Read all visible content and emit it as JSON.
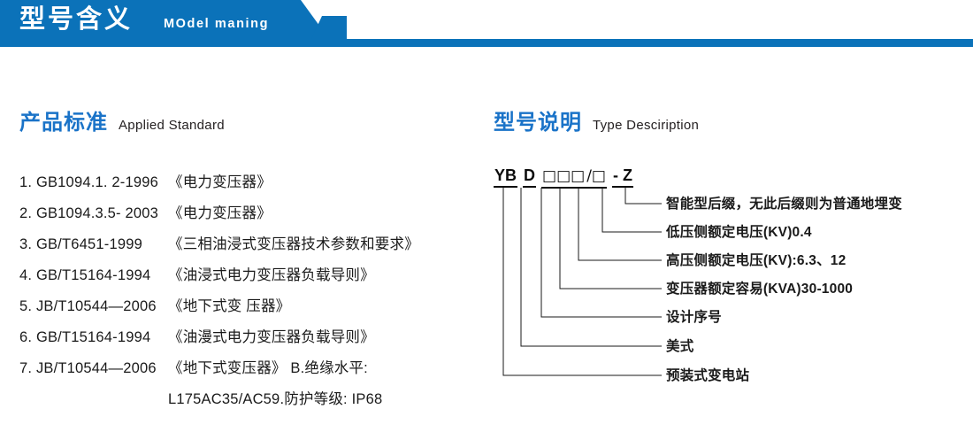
{
  "header": {
    "title_cn": "型号含义",
    "title_en": "MOdel maning",
    "accent_color": "#0b72b9"
  },
  "sections": {
    "standard": {
      "title_cn": "产品标准",
      "title_en": "Applied Standard",
      "title_color": "#1a73c8",
      "items": [
        {
          "num": "1. GB1094.1. 2-1996",
          "desc": "《电力变压器》"
        },
        {
          "num": "2. GB1094.3.5- 2003",
          "desc": "《电力变压器》"
        },
        {
          "num": "3. GB/T6451-1999",
          "desc": "《三相油浸式变压器技术参数和要求》"
        },
        {
          "num": "4. GB/T15164-1994",
          "desc": "《油浸式电力变压器负载导则》"
        },
        {
          "num": "5. JB/T10544—2006",
          "desc": "《地下式变 压器》"
        },
        {
          "num": "6. GB/T15164-1994",
          "desc": "《油漫式电力变压器负载导则》"
        },
        {
          "num": "7. JB/T10544—2006",
          "desc": "《地下式变压器》 B.绝缘水平:"
        },
        {
          "num": "",
          "desc": "L175AC35/AC59.防护等级: IP68",
          "continuation": true
        }
      ]
    },
    "type": {
      "title_cn": "型号说明",
      "title_en": "Type Desciription",
      "title_color": "#1a73c8",
      "code": {
        "segments": [
          "YB",
          "D",
          "□□□",
          "/□",
          "- Z"
        ],
        "full": "YB D □□□/□ - Z"
      },
      "labels": [
        "智能型后缀，无此后缀则为普通地埋变",
        "低压侧额定电压(KV)0.4",
        "高压侧额定电压(KV):6.3、12",
        "变压器额定容易(KVA)30-1000",
        "设计序号",
        "美式",
        "预装式变电站"
      ]
    }
  }
}
